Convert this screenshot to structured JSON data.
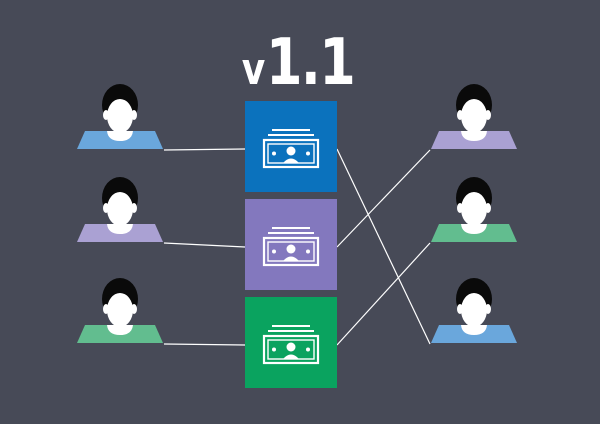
{
  "title": {
    "prefix": "v",
    "number": "1.1"
  },
  "colors": {
    "background": "#474a57",
    "blue": "#0b72bd",
    "purple": "#8378be",
    "green": "#0aa35f",
    "person_blue": "#6aa7dc",
    "person_purple": "#aaa1d3",
    "person_green": "#62bd8f",
    "line": "#ffffff",
    "hair": "#0a0a0a",
    "face": "#ffffff"
  },
  "money_boxes": [
    {
      "id": "blue",
      "color": "#0b72bd",
      "icon": "banknote-icon"
    },
    {
      "id": "purple",
      "color": "#8378be",
      "icon": "banknote-icon"
    },
    {
      "id": "green",
      "color": "#0aa35f",
      "icon": "banknote-icon"
    }
  ],
  "left_people": [
    {
      "id": "left-1",
      "shirt": "#6aa7dc",
      "icon": "person-icon"
    },
    {
      "id": "left-2",
      "shirt": "#aaa1d3",
      "icon": "person-icon"
    },
    {
      "id": "left-3",
      "shirt": "#62bd8f",
      "icon": "person-icon"
    }
  ],
  "right_people": [
    {
      "id": "right-1",
      "shirt": "#aaa1d3",
      "icon": "person-icon"
    },
    {
      "id": "right-2",
      "shirt": "#62bd8f",
      "icon": "person-icon"
    },
    {
      "id": "right-3",
      "shirt": "#6aa7dc",
      "icon": "person-icon"
    }
  ],
  "connections": [
    {
      "from": "left-1",
      "to": "blue"
    },
    {
      "from": "left-2",
      "to": "purple"
    },
    {
      "from": "left-3",
      "to": "green"
    },
    {
      "from": "blue",
      "to": "right-3"
    },
    {
      "from": "purple",
      "to": "right-1"
    },
    {
      "from": "green",
      "to": "right-2"
    }
  ]
}
